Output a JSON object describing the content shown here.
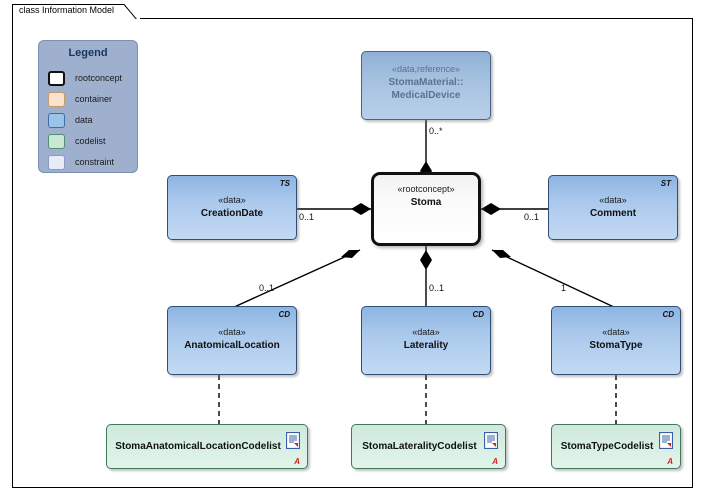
{
  "diagram": {
    "title": "class Information Model",
    "canvas_background": "#ffffff",
    "frame_border_color": "#000000"
  },
  "legend": {
    "title": "Legend",
    "background": "#9fb0ce",
    "items": [
      {
        "label": "rootconcept",
        "color": "#ffffff",
        "border": "#111111"
      },
      {
        "label": "container",
        "color": "#fae3cd",
        "border": "#c99b6a"
      },
      {
        "label": "data",
        "color": "#9cc3ea",
        "border": "#3a6ea5"
      },
      {
        "label": "codelist",
        "color": "#c9e7d5",
        "border": "#4f9070"
      },
      {
        "label": "constraint",
        "color": "#e8ecf8",
        "border": "#8c9bc4"
      }
    ]
  },
  "nodes": [
    {
      "id": "medicaldevice",
      "kind": "reference",
      "stereotype": "«data,reference»",
      "name_line1": "StomaMaterial::",
      "name_line2": "MedicalDevice",
      "corner_tag": ""
    },
    {
      "id": "stoma",
      "kind": "rootconcept",
      "stereotype": "«rootconcept»",
      "name": "Stoma",
      "corner_tag": ""
    },
    {
      "id": "creationdate",
      "kind": "data",
      "stereotype": "«data»",
      "name": "CreationDate",
      "corner_tag": "TS"
    },
    {
      "id": "comment",
      "kind": "data",
      "stereotype": "«data»",
      "name": "Comment",
      "corner_tag": "ST"
    },
    {
      "id": "anatomicallocation",
      "kind": "data",
      "stereotype": "«data»",
      "name": "AnatomicalLocation",
      "corner_tag": "CD"
    },
    {
      "id": "laterality",
      "kind": "data",
      "stereotype": "«data»",
      "name": "Laterality",
      "corner_tag": "CD"
    },
    {
      "id": "stomatype",
      "kind": "data",
      "stereotype": "«data»",
      "name": "StomaType",
      "corner_tag": "CD"
    },
    {
      "id": "anatomicallocationcodelist",
      "kind": "codelist",
      "name": "StomaAnatomicalLocationCodelist",
      "icon": "document-icon",
      "marker": "A"
    },
    {
      "id": "lateralitycodelist",
      "kind": "codelist",
      "name": "StomaLateralityCodelist",
      "icon": "document-icon",
      "marker": "A"
    },
    {
      "id": "stomatypecodelist",
      "kind": "codelist",
      "name": "StomaTypeCodelist",
      "icon": "document-icon",
      "marker": "A"
    }
  ],
  "connectors": [
    {
      "from": "stoma",
      "to": "medicaldevice",
      "style": "composition",
      "multiplicity": "0..*"
    },
    {
      "from": "stoma",
      "to": "creationdate",
      "style": "composition",
      "multiplicity": "0..1"
    },
    {
      "from": "stoma",
      "to": "comment",
      "style": "composition",
      "multiplicity": "0..1"
    },
    {
      "from": "stoma",
      "to": "anatomicallocation",
      "style": "composition",
      "multiplicity": "0..1"
    },
    {
      "from": "stoma",
      "to": "laterality",
      "style": "composition",
      "multiplicity": "0..1"
    },
    {
      "from": "stoma",
      "to": "stomatype",
      "style": "composition",
      "multiplicity": "1"
    },
    {
      "from": "anatomicallocation",
      "to": "anatomicallocationcodelist",
      "style": "dashed",
      "multiplicity": ""
    },
    {
      "from": "laterality",
      "to": "lateralitycodelist",
      "style": "dashed",
      "multiplicity": ""
    },
    {
      "from": "stomatype",
      "to": "stomatypecodelist",
      "style": "dashed",
      "multiplicity": ""
    }
  ]
}
